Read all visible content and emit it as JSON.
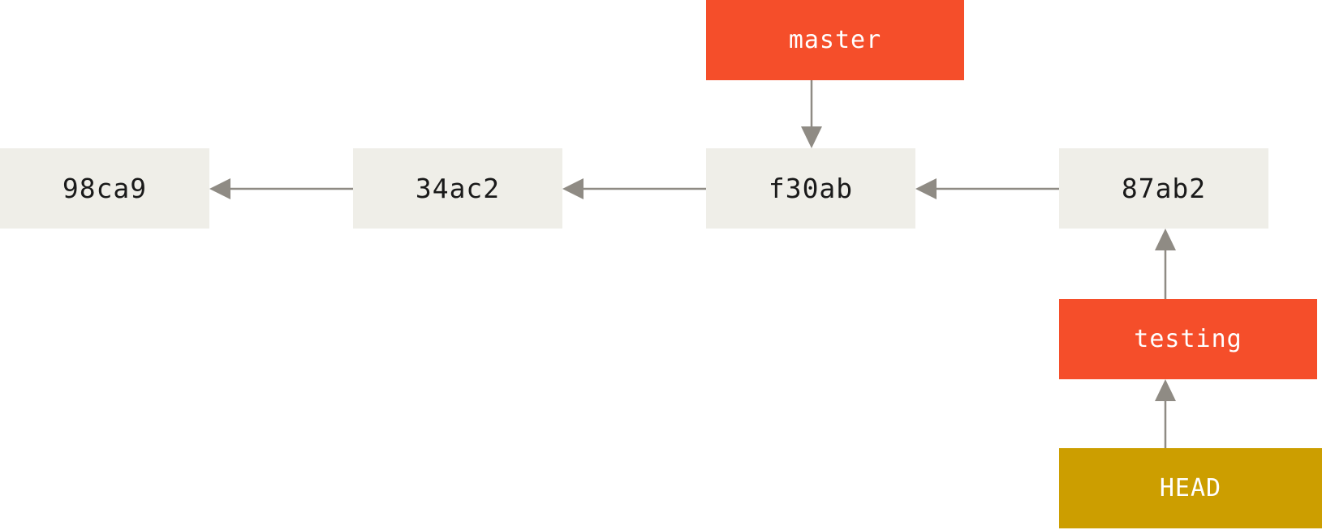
{
  "commits": [
    {
      "id": "c1",
      "label": "98ca9"
    },
    {
      "id": "c2",
      "label": "34ac2"
    },
    {
      "id": "c3",
      "label": "f30ab"
    },
    {
      "id": "c4",
      "label": "87ab2"
    }
  ],
  "branches": {
    "master": {
      "label": "master",
      "color": "#f54e2a"
    },
    "testing": {
      "label": "testing",
      "color": "#f54e2a"
    },
    "head": {
      "label": "HEAD",
      "color": "#cc9e00"
    }
  },
  "colors": {
    "commit_fill": "#efeee8",
    "arrow": "#8f8b84"
  },
  "edges": [
    {
      "from": "34ac2",
      "to": "98ca9"
    },
    {
      "from": "f30ab",
      "to": "34ac2"
    },
    {
      "from": "87ab2",
      "to": "f30ab"
    },
    {
      "from": "master",
      "to": "f30ab"
    },
    {
      "from": "testing",
      "to": "87ab2"
    },
    {
      "from": "HEAD",
      "to": "testing"
    }
  ]
}
